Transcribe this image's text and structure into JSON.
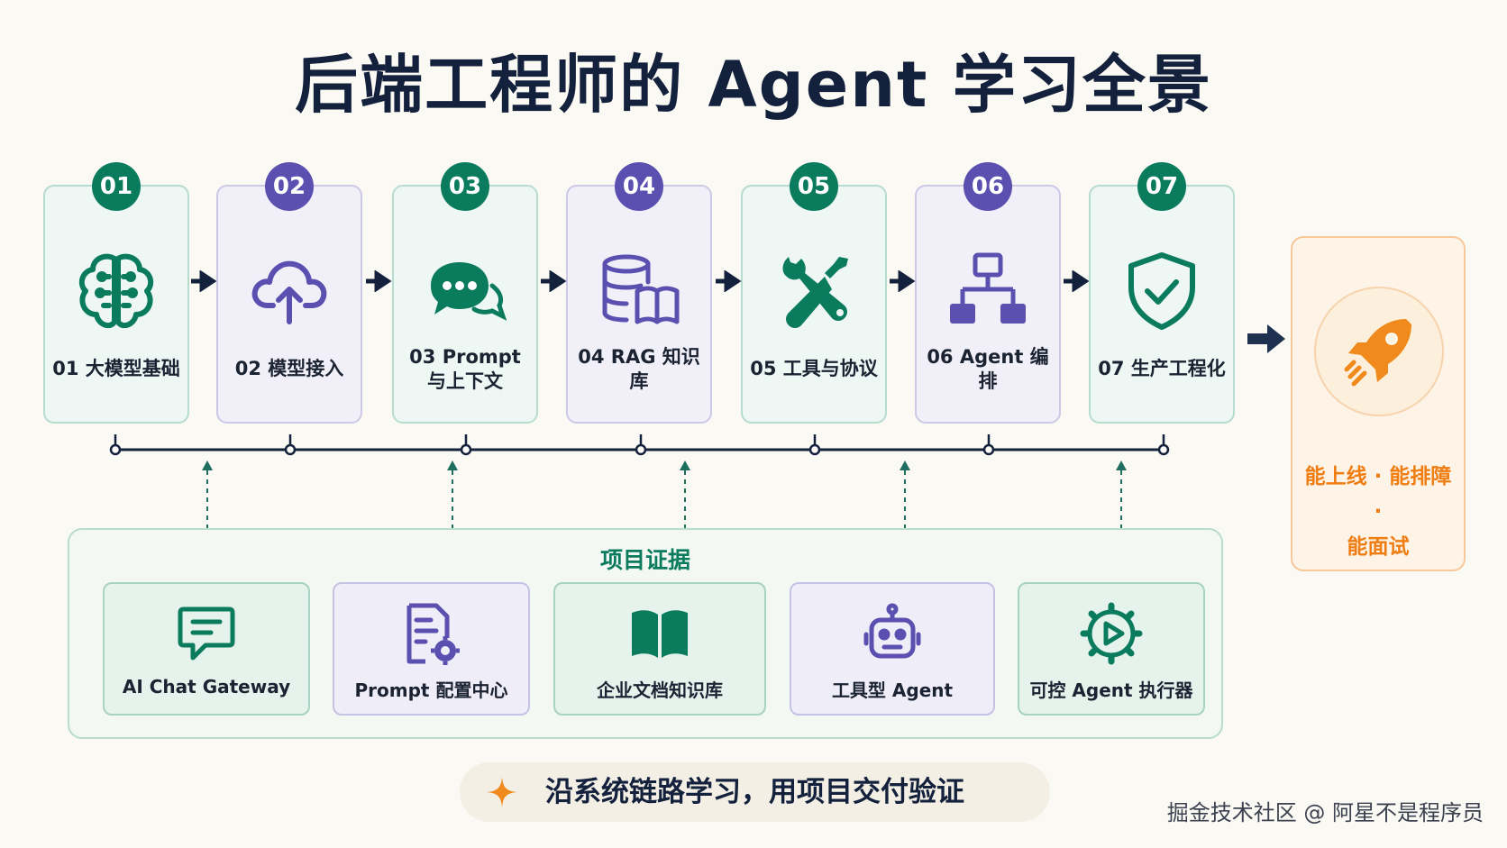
{
  "title": "后端工程师的 Agent 学习全景",
  "steps": [
    {
      "num": "01",
      "label": "01 大模型基础",
      "icon": "brain-icon"
    },
    {
      "num": "02",
      "label": "02 模型接入",
      "icon": "cloud-upload-icon"
    },
    {
      "num": "03",
      "label": "03 Prompt\n与上下文",
      "icon": "chat-bubbles-icon"
    },
    {
      "num": "04",
      "label": "04 RAG 知识库",
      "icon": "database-book-icon"
    },
    {
      "num": "05",
      "label": "05 工具与协议",
      "icon": "tools-icon"
    },
    {
      "num": "06",
      "label": "06 Agent 编排",
      "icon": "hierarchy-icon"
    },
    {
      "num": "07",
      "label": "07 生产工程化",
      "icon": "shield-check-icon"
    }
  ],
  "result": {
    "line1": "能上线 · 能排障 ·",
    "line2": "能面试",
    "icon": "rocket-icon"
  },
  "projects": {
    "title": "项目证据",
    "items": [
      {
        "label": "AI Chat Gateway",
        "icon": "chat-icon"
      },
      {
        "label": "Prompt 配置中心",
        "icon": "document-gear-icon"
      },
      {
        "label": "企业文档知识库",
        "icon": "open-book-icon"
      },
      {
        "label": "工具型 Agent",
        "icon": "robot-icon"
      },
      {
        "label": "可控 Agent 执行器",
        "icon": "play-gear-icon"
      }
    ]
  },
  "slogan": "沿系统链路学习，用项目交付验证",
  "watermark": "掘金技术社区 @ 阿星不是程序员",
  "colors": {
    "green": "#0b7b5e",
    "purple": "#5b4fb0",
    "orange": "#ef7d12",
    "navy": "#14213d"
  }
}
